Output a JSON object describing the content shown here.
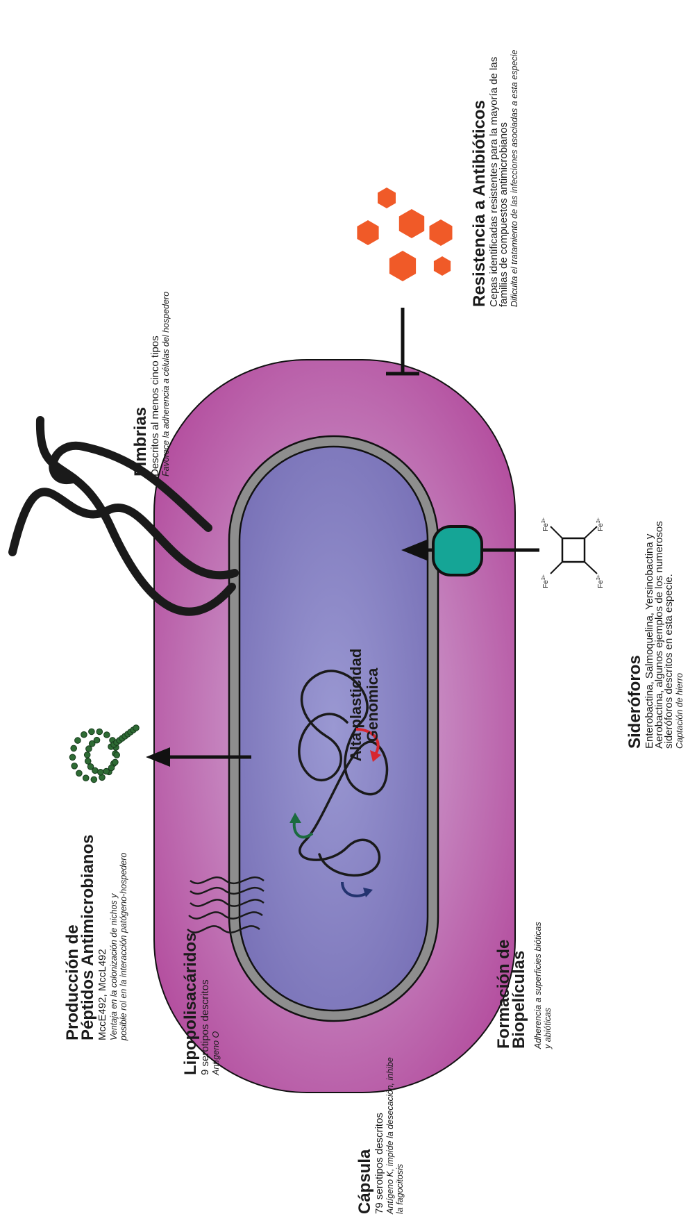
{
  "colors": {
    "outer_membrane": "#b44f9f",
    "cytoplasm": "#7d79bd",
    "cell_wall": "#8e8e8e",
    "antibiotic": "#f05a28",
    "siderophore_receptor": "#15a596",
    "microcin": "#2e6b34",
    "arrow_red": "#d7262f",
    "arrow_green": "#1b6b3f",
    "arrow_blue": "#23336f"
  },
  "center": {
    "line1": "Alta plasticidad",
    "line2": "Genómica"
  },
  "labels": {
    "peptidos": {
      "title1": "Producción de",
      "title2": "Péptidos Antimicrobianos",
      "body": "MccE492, MccL492",
      "note1": "Ventaja en la colonización de nichos y",
      "note2": "posible rol en la interacción patógeno-hospedero"
    },
    "lipopolisacaridos": {
      "title": "Lipopolisacáridos",
      "body": "9 serotipos descritos",
      "note": "Antígeno O"
    },
    "capsula": {
      "title": "Cápsula",
      "body": "79 serotipos descritos",
      "note1": "Antígeno K, impide la desecación, inhibe",
      "note2": "la fagocitosis"
    },
    "biopeliculas": {
      "title1": "Formación de",
      "title2": "Biopelículas",
      "note1": "Adherencia a superficies bióticas",
      "note2": "y abióticas"
    },
    "fimbrias": {
      "title": "Fimbrias",
      "body": "Descritos al menos cinco tipos",
      "note": "Favorece la adherencia a células del hospedero"
    },
    "resistencia": {
      "title": "Resistencia a Antibióticos",
      "body1": "Cepas identificadas resistentes para la mayoría de las",
      "body2": "familias de compuestos antimicrobianos",
      "note": "Dificulta el tratamiento de las infecciones asociadas a esta especie"
    },
    "sideroforos": {
      "title": "Sideróforos",
      "body1": "Enterobactina, Salmoquelina, Yersinobactina y",
      "body2": "Aerobactina, algunos ejemplos de los numerosos",
      "body3": "sideróforos descritos en esta especie.",
      "note": "Captación de hierro"
    }
  },
  "iron": {
    "symbol": "Fe",
    "charge": "3+"
  }
}
